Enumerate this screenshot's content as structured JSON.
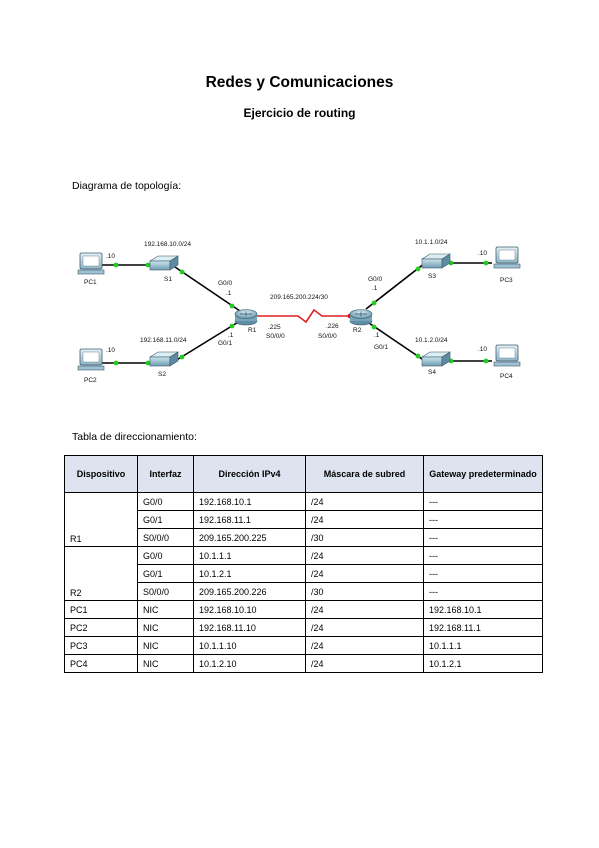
{
  "header": {
    "title": "Redes y Comunicaciones",
    "subtitle": "Ejercicio de routing"
  },
  "diagram": {
    "label": "Diagrama de topología:",
    "nodes": {
      "pc1": "PC1",
      "pc2": "PC2",
      "pc3": "PC3",
      "pc4": "PC4",
      "s1": "S1",
      "s2": "S2",
      "s3": "S3",
      "s4": "S4",
      "r1": "R1",
      "r2": "R2"
    },
    "networks": {
      "net1": "192.168.10.0/24",
      "net2": "192.168.11.0/24",
      "net3": "10.1.1.0/24",
      "net4": "10.1.2.0/24",
      "wan": "209.165.200.224/30"
    },
    "labels": {
      "pc1_host": ".10",
      "pc2_host": ".10",
      "pc3_host": ".10",
      "pc4_host": ".10",
      "r1_g00": "G0/0",
      "r1_g00_ip": ".1",
      "r1_g01": "G0/1",
      "r1_g01_ip": ".1",
      "r1_s000_ip": ".225",
      "r1_s000": "S0/0/0",
      "r2_s000_ip": ".226",
      "r2_s000": "S0/0/0",
      "r2_g00": "G0/0",
      "r2_g00_ip": ".1",
      "r2_g01": "G0/1",
      "r2_g01_ip": ".1"
    },
    "colors": {
      "link": "#000000",
      "serial": "#e02020",
      "port_up": "#22cc22",
      "port_serial": "#ee1111"
    }
  },
  "table": {
    "label": "Tabla de direccionamiento:",
    "headers": [
      "Dispositivo",
      "Interfaz",
      "Dirección IPv4",
      "Máscara de subred",
      "Gateway predeterminado"
    ],
    "r1": {
      "device": "R1",
      "rows": [
        [
          "G0/0",
          "192.168.10.1",
          "/24",
          "---"
        ],
        [
          "G0/1",
          "192.168.11.1",
          "/24",
          "---"
        ],
        [
          "S0/0/0",
          "209.165.200.225",
          "/30",
          "---"
        ]
      ]
    },
    "r2": {
      "device": "R2",
      "rows": [
        [
          "G0/0",
          "10.1.1.1",
          "/24",
          "---"
        ],
        [
          "G0/1",
          "10.1.2.1",
          "/24",
          "---"
        ],
        [
          "S0/0/0",
          "209.165.200.226",
          "/30",
          "---"
        ]
      ]
    },
    "pcs": [
      [
        "PC1",
        "NIC",
        "192.168.10.10",
        "/24",
        "192.168.10.1"
      ],
      [
        "PC2",
        "NIC",
        "192.168.11.10",
        "/24",
        "192.168.11.1"
      ],
      [
        "PC3",
        "NIC",
        "10.1.1.10",
        "/24",
        "10.1.1.1"
      ],
      [
        "PC4",
        "NIC",
        "10.1.2.10",
        "/24",
        "10.1.2.1"
      ]
    ]
  }
}
